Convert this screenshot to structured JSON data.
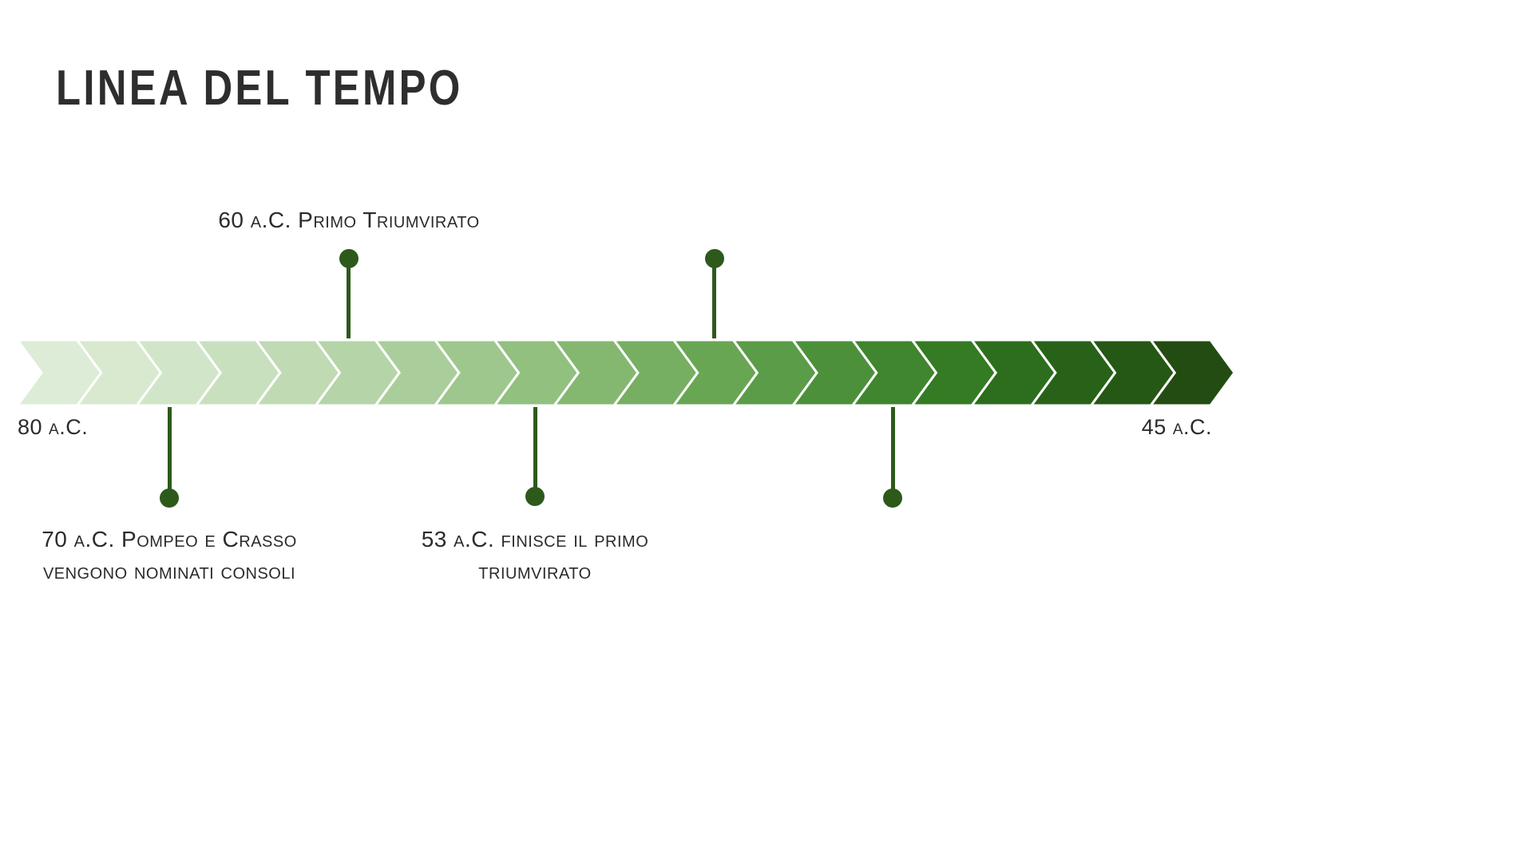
{
  "title": "LINEA DEL TEMPO",
  "timeline": {
    "start_label": "80 a.C.",
    "end_label": "45 a.C.",
    "marker_color": "#2d5a1b",
    "chevron_stroke": "#ffffff",
    "chevron_colors": [
      "#ddecd6",
      "#d8e9d0",
      "#d1e5c8",
      "#c9e0bf",
      "#c0dbb4",
      "#b5d5a8",
      "#aace9b",
      "#9ec78d",
      "#92c07f",
      "#84b871",
      "#76af62",
      "#68a654",
      "#5a9c47",
      "#4c913a",
      "#3f862e",
      "#347b24",
      "#2c6e1d",
      "#286218",
      "#255715",
      "#234c12"
    ]
  },
  "events": {
    "primo_triumvirato": {
      "label": "60 a.C. Primo Triumvirato"
    },
    "pompeo_crasso": {
      "line1": "70 a.C. Pompeo e Crasso",
      "line2": "vengono nominati consoli"
    },
    "fine_triumvirato": {
      "line1": "53 a.C. finisce il primo",
      "line2": "triumvirato"
    }
  }
}
